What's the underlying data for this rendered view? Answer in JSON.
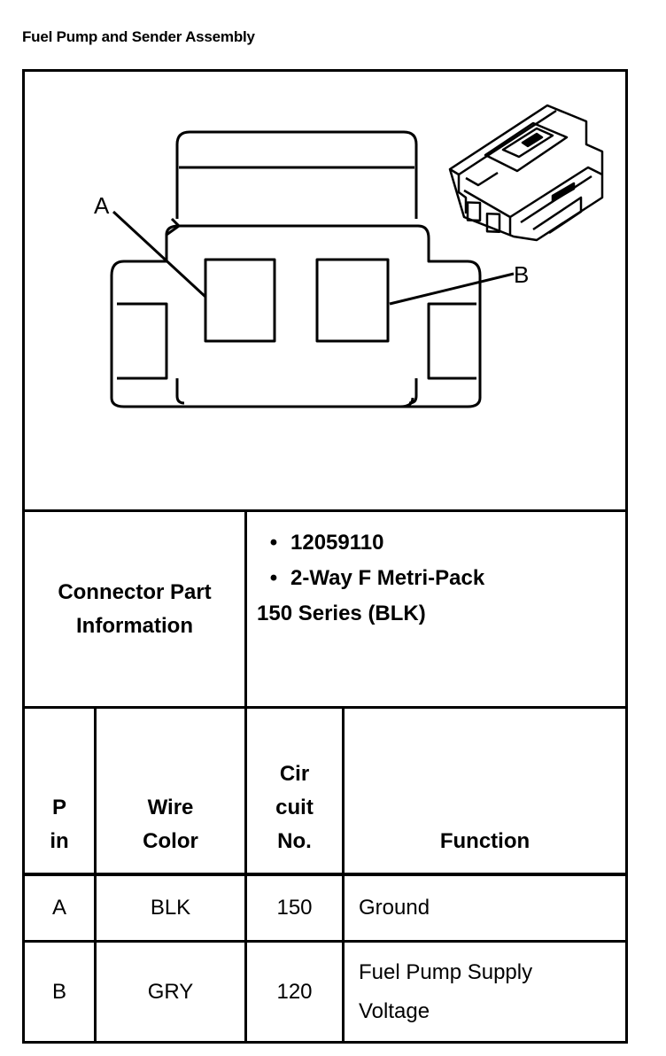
{
  "title": "Fuel Pump and Sender Assembly",
  "diagram": {
    "label_a": "A",
    "label_b": "B"
  },
  "connector_info": {
    "label_line1": "Connector Part",
    "label_line2": "Information",
    "part_number": "12059110",
    "type": "2-Way F Metri-Pack",
    "series": "150 Series (BLK)"
  },
  "table": {
    "headers": {
      "pin_line1": "P",
      "pin_line2": "in",
      "wire_line1": "Wire",
      "wire_line2": "Color",
      "circuit_line1": "Cir",
      "circuit_line2": "cuit",
      "circuit_line3": "No.",
      "function": "Function"
    },
    "rows": [
      {
        "pin": "A",
        "wire_color": "BLK",
        "circuit": "150",
        "function_line1": "Ground",
        "function_line2": ""
      },
      {
        "pin": "B",
        "wire_color": "GRY",
        "circuit": "120",
        "function_line1": "Fuel Pump Supply",
        "function_line2": "Voltage"
      }
    ]
  }
}
